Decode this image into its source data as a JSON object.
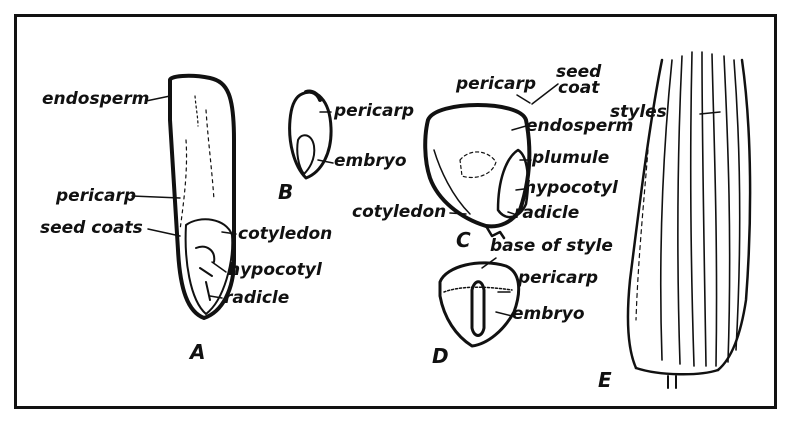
{
  "figure": {
    "A": {
      "letter": "A",
      "labels": {
        "endosperm": "endosperm",
        "pericarp": "pericarp",
        "seed_coats": "seed coats",
        "cotyledon": "cotyledon",
        "hypocotyl": "hypocotyl",
        "radicle": "radicle"
      }
    },
    "B": {
      "letter": "B",
      "labels": {
        "pericarp": "pericarp",
        "embryo": "embryo"
      }
    },
    "C": {
      "letter": "C",
      "labels": {
        "pericarp": "pericarp",
        "seed": "seed",
        "coat": "coat",
        "endosperm": "endosperm",
        "plumule": "plumule",
        "hypocotyl": "hypocotyl",
        "cotyledon": "cotyledon",
        "radicle": "radicle"
      }
    },
    "D": {
      "letter": "D",
      "labels": {
        "base_of_style": "base of style",
        "pericarp": "pericarp",
        "embryo": "embryo"
      }
    },
    "E": {
      "letter": "E",
      "labels": {
        "styles": "styles"
      }
    }
  },
  "colors": {
    "ink": "#111111",
    "paper": "#ffffff"
  }
}
